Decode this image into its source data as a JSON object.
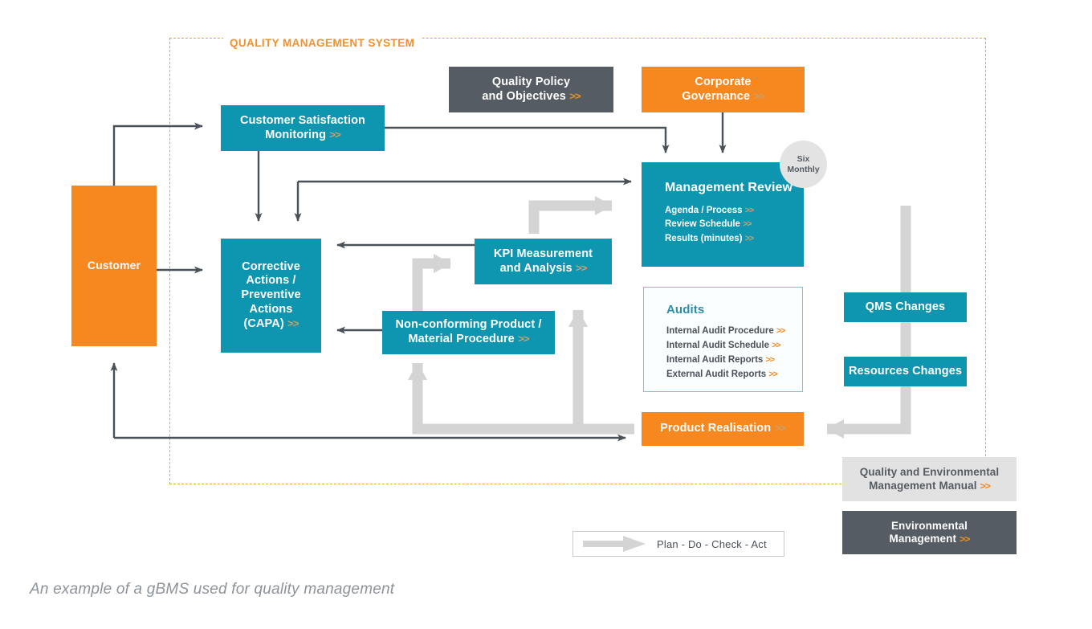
{
  "boundary": {
    "label": "QUALITY MANAGEMENT SYSTEM",
    "color": "#e0a73c"
  },
  "caption": "An example of a gBMS used for quality management",
  "colors": {
    "teal": "#0e96b0",
    "orange": "#f7871f",
    "dark_gray": "#555c63",
    "light_gray": "#e2e2e2",
    "boundary_orange": "#e0a73c",
    "flow_gray": "#d4d4d4",
    "arrow_dark": "#4a5159"
  },
  "nodes": {
    "customer": {
      "label": "Customer",
      "chevron": ""
    },
    "customer_satisfaction": {
      "label_line1": "Customer Satisfaction",
      "label_line2": "Monitoring",
      "chevron": ">>"
    },
    "capa": {
      "label_line1": "Corrective",
      "label_line2": "Actions /",
      "label_line3": "Preventive",
      "label_line4": "Actions",
      "label_line5": "(CAPA)",
      "chevron": ">>"
    },
    "quality_policy": {
      "label_line1": "Quality Policy",
      "label_line2": "and Objectives",
      "chevron": ">>"
    },
    "corporate_governance": {
      "label_line1": "Corporate",
      "label_line2": "Governance",
      "chevron": ">>"
    },
    "kpi": {
      "label_line1": "KPI Measurement",
      "label_line2": "and Analysis",
      "chevron": ">>"
    },
    "non_conforming": {
      "label_line1": "Non-conforming Product /",
      "label_line2": "Material Procedure",
      "chevron": ">>"
    },
    "management_review": {
      "title": "Management Review",
      "links": [
        {
          "label": "Agenda / Process",
          "chevron": ">>"
        },
        {
          "label": "Review Schedule",
          "chevron": ">>"
        },
        {
          "label": "Results (minutes)",
          "chevron": ">>"
        }
      ]
    },
    "six_monthly": {
      "line1": "Six",
      "line2": "Monthly"
    },
    "audits": {
      "title": "Audits",
      "links": [
        {
          "label": "Internal Audit Procedure",
          "chevron": ">>"
        },
        {
          "label": "Internal Audit Schedule",
          "chevron": ">>"
        },
        {
          "label": "Internal Audit Reports",
          "chevron": ">>"
        },
        {
          "label": "External Audit Reports",
          "chevron": ">>"
        }
      ]
    },
    "qms_changes": {
      "label": "QMS Changes",
      "chevron": ""
    },
    "resources_changes": {
      "label": "Resources Changes",
      "chevron": ""
    },
    "product_realisation": {
      "label": "Product Realisation",
      "chevron": ">>"
    },
    "quality_env_manual": {
      "label_line1": "Quality and Environmental",
      "label_line2": "Management Manual",
      "chevron": ">>"
    },
    "environmental_management": {
      "label_line1": "Environmental",
      "label_line2": "Management",
      "chevron": ">>"
    }
  },
  "legend": {
    "text": "Plan - Do - Check - Act",
    "icon": "thick-gray-arrow-icon"
  }
}
